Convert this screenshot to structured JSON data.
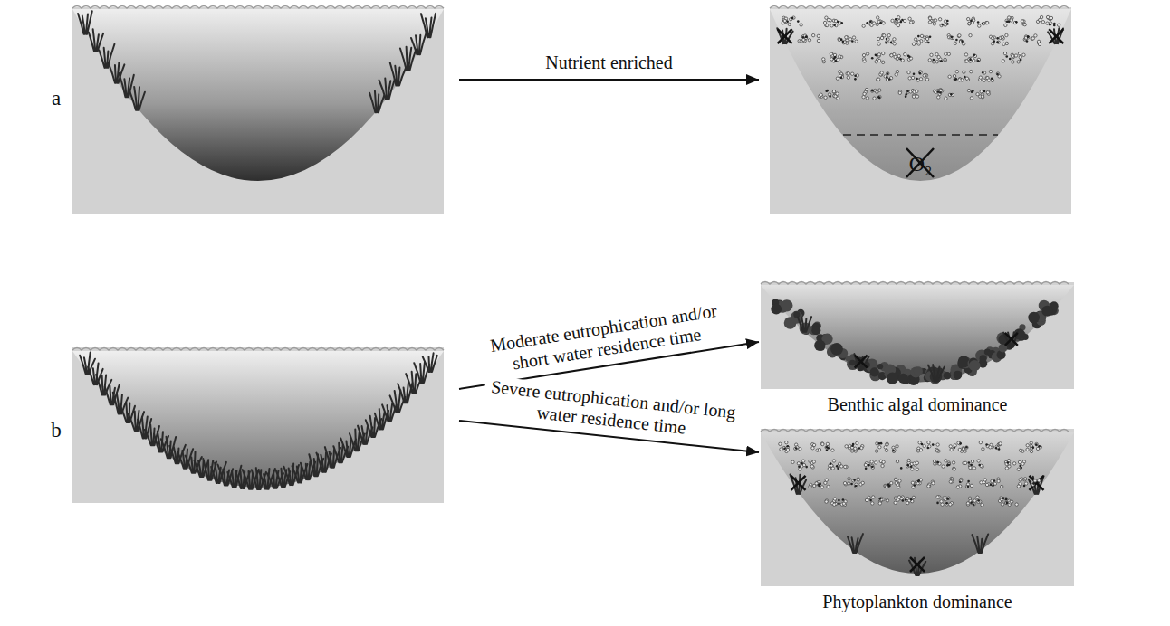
{
  "diagram": {
    "nodes": [
      {
        "text": [
          "a"
        ]
      },
      {
        "text": [
          "O₂"
        ]
      },
      {
        "text": [
          "b"
        ]
      },
      {
        "text": [
          "Benthic algal dominance"
        ]
      },
      {
        "text": [
          "Phytoplankton dominance"
        ]
      }
    ],
    "edges": [
      {
        "from": 0,
        "to": 1,
        "arrow": "to",
        "label": "Nutrient enriched"
      },
      {
        "from": 2,
        "to": 3,
        "arrow": "to",
        "label": "Moderate eutrophication and/or short water residence time"
      },
      {
        "from": 2,
        "to": 4,
        "arrow": "to",
        "label": "Severe eutrophication and/or long water residence time"
      }
    ]
  }
}
